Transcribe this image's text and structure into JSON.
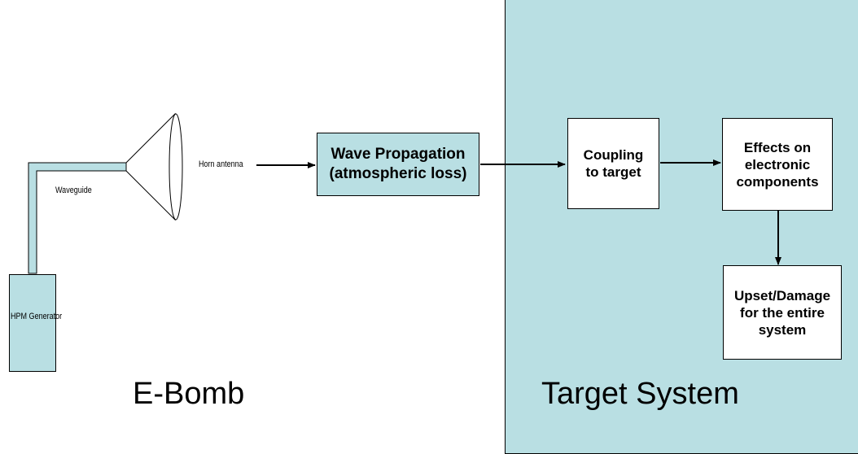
{
  "colors": {
    "panel_fill": "#b9dfe3",
    "stroke": "#000000",
    "box_fill": "#ffffff",
    "component_fill": "#b9dfe3"
  },
  "ebomb": {
    "generator_label": "HPM Generator",
    "waveguide_label": "Waveguide",
    "horn_label": "Horn antenna",
    "title": "E-Bomb"
  },
  "propagation": {
    "line1": "Wave Propagation",
    "line2": "(atmospheric loss)"
  },
  "target": {
    "title": "Target System",
    "coupling": {
      "line1": "Coupling",
      "line2": "to target"
    },
    "effects": {
      "line1": "Effects on",
      "line2": "electronic",
      "line3": "components"
    },
    "upset": {
      "line1": "Upset/Damage",
      "line2": "for the entire",
      "line3": "system"
    }
  },
  "icons": [
    "horn-antenna-icon",
    "arrow-icon"
  ]
}
